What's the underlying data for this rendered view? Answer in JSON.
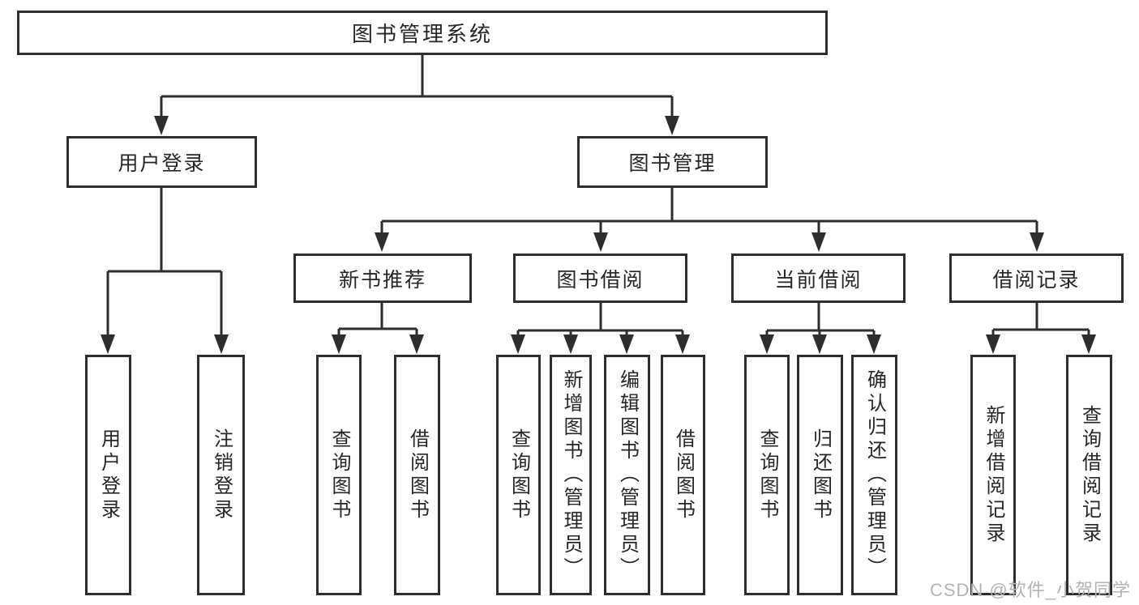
{
  "diagram": {
    "title": "图书管理系统",
    "branches": [
      {
        "label": "用户登录",
        "children": [
          {
            "label": "用户登录"
          },
          {
            "label": "注销登录"
          }
        ]
      },
      {
        "label": "图书管理",
        "children": [
          {
            "label": "新书推荐",
            "children": [
              {
                "label": "查询图书"
              },
              {
                "label": "借阅图书"
              }
            ]
          },
          {
            "label": "图书借阅",
            "children": [
              {
                "label": "查询图书"
              },
              {
                "label": "新增图书（管理员）"
              },
              {
                "label": "编辑图书（管理员）"
              },
              {
                "label": "借阅图书"
              }
            ]
          },
          {
            "label": "当前借阅",
            "children": [
              {
                "label": "查询图书"
              },
              {
                "label": "归还图书"
              },
              {
                "label": "确认归还（管理员）"
              }
            ]
          },
          {
            "label": "借阅记录",
            "children": [
              {
                "label": "新增借阅记录"
              },
              {
                "label": "查询借阅记录"
              }
            ]
          }
        ]
      }
    ]
  },
  "watermark": {
    "text": "CSDN @软件_小贺同学"
  },
  "colors": {
    "line": "#2e2e2e",
    "text": "#262626",
    "watermark": "#b3b3b3",
    "background": "#ffffff"
  }
}
